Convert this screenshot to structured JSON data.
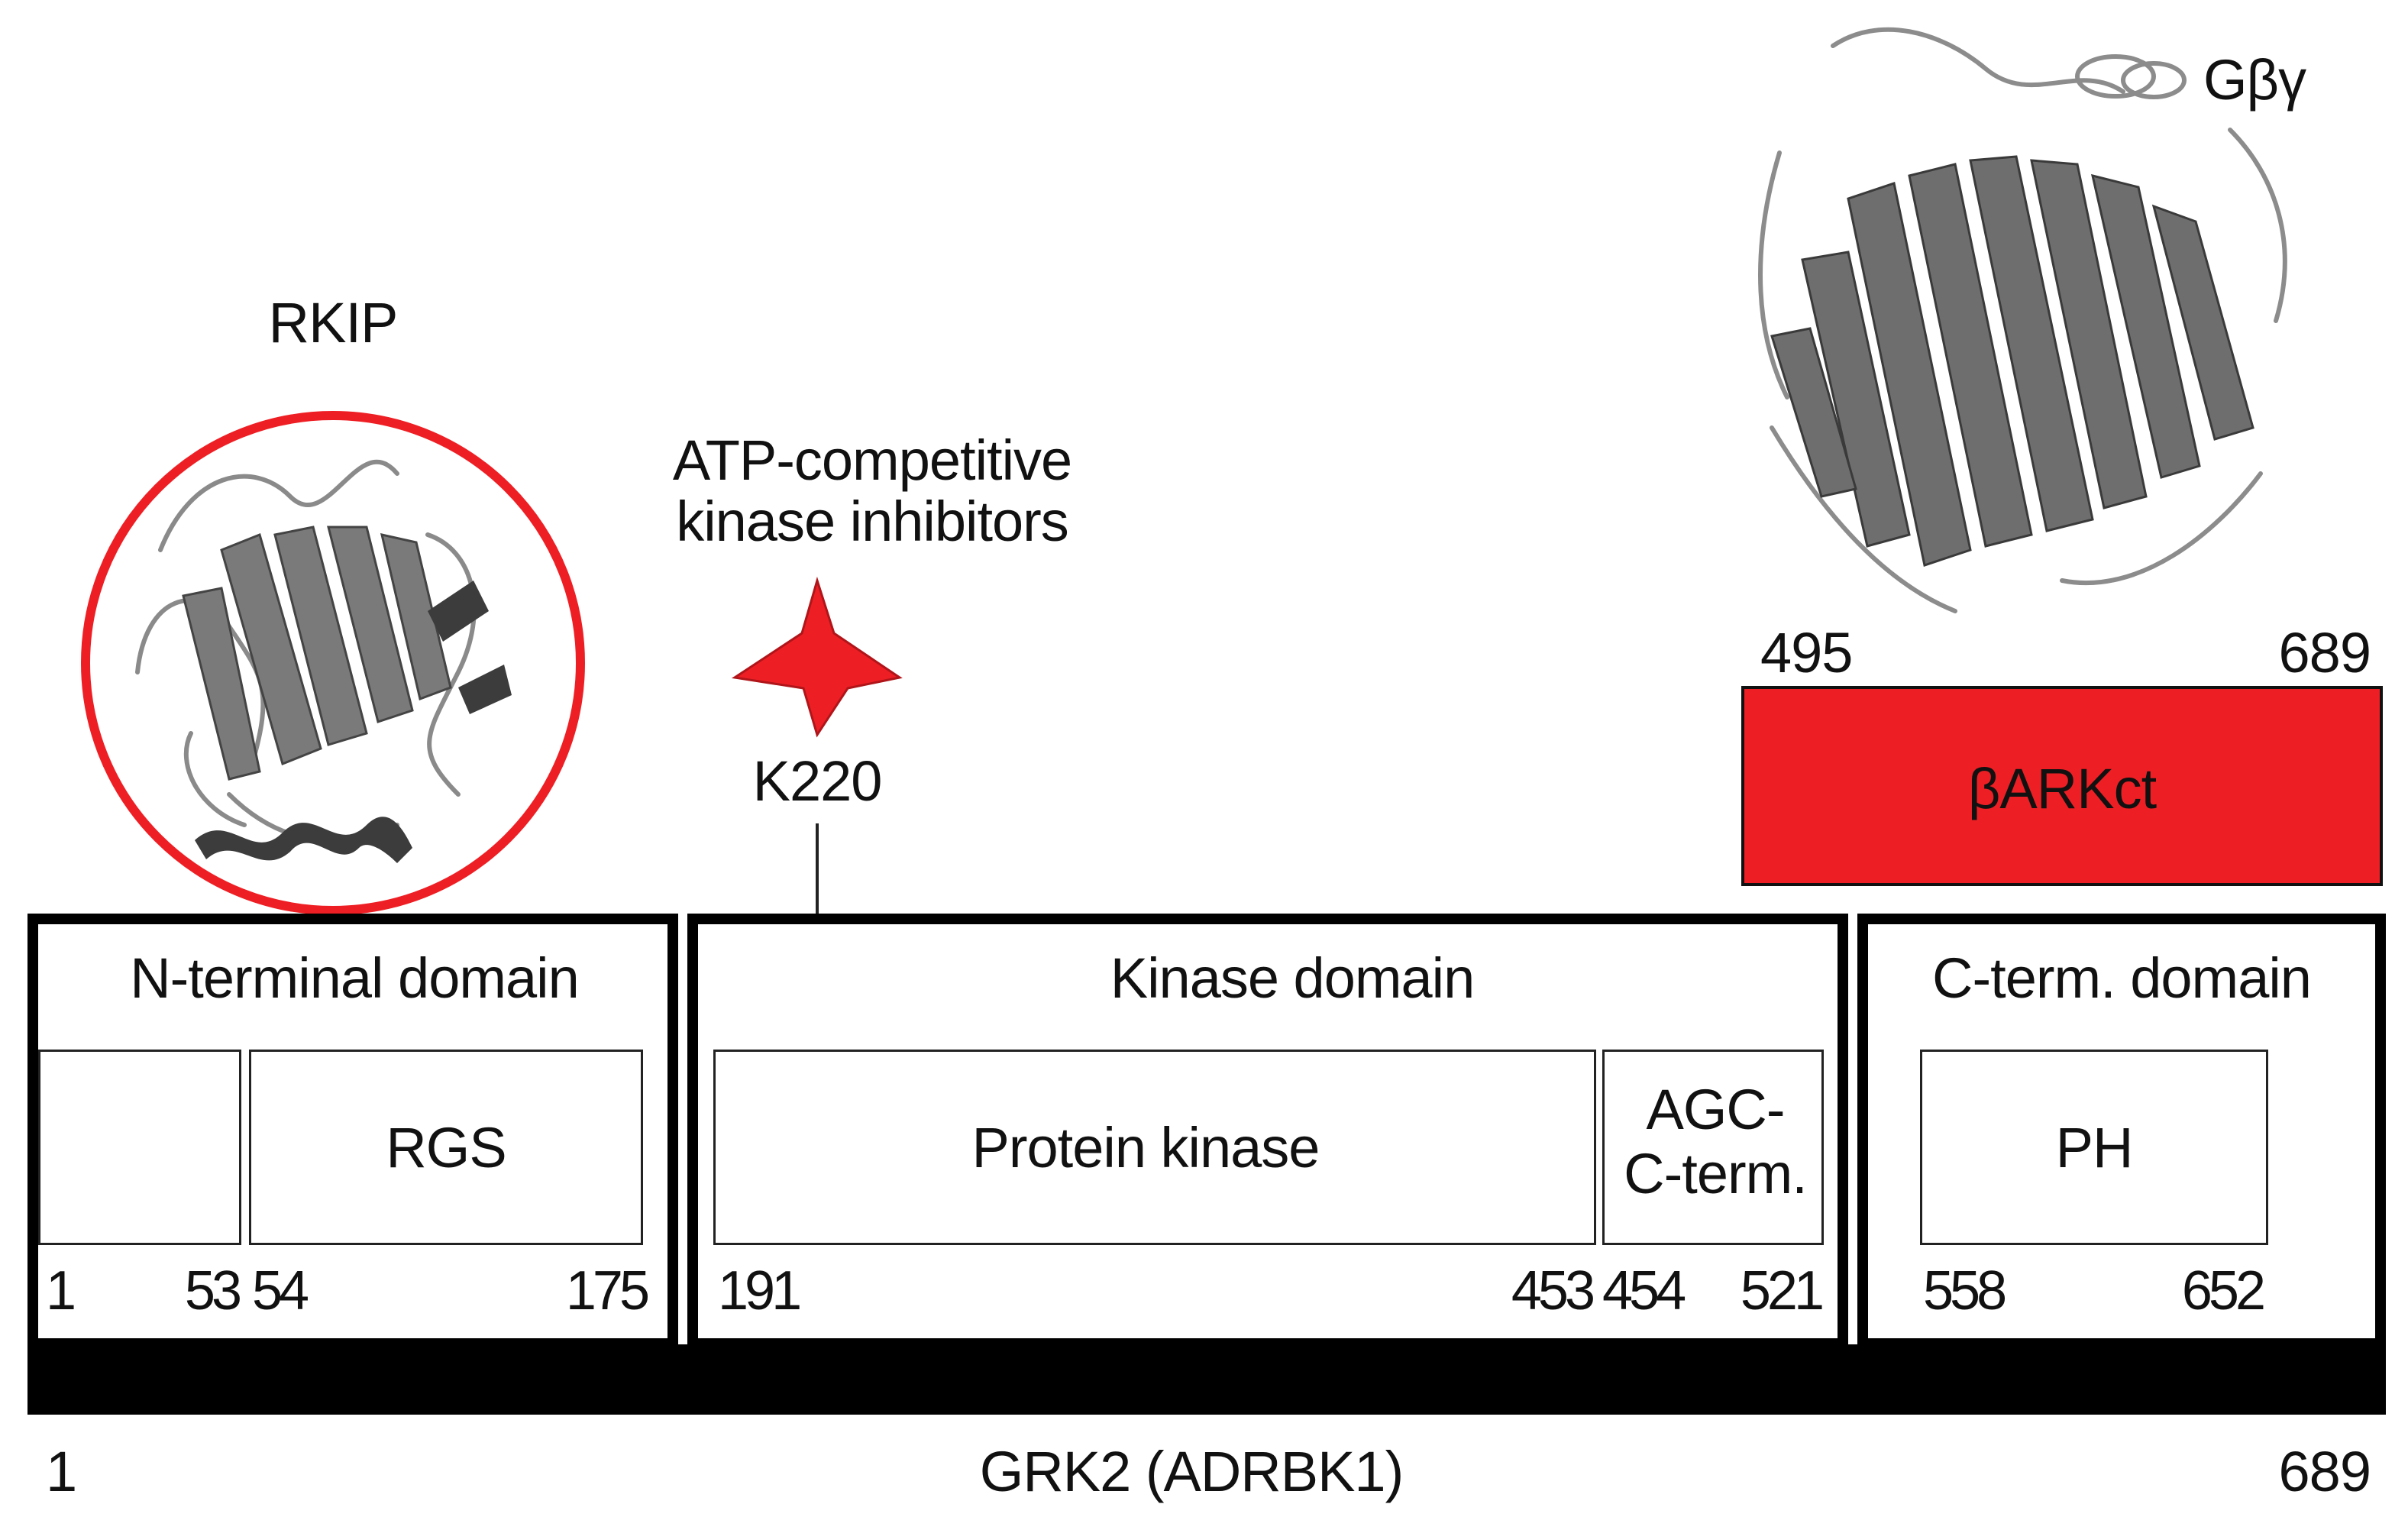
{
  "protein": {
    "name": "GRK2 (ADRBK1)",
    "start": "1",
    "end": "689"
  },
  "domains": {
    "n_terminal": {
      "label": "N-terminal domain"
    },
    "kinase": {
      "label": "Kinase domain"
    },
    "c_terminal": {
      "label": "C-term. domain"
    }
  },
  "subdomains": {
    "unlabeled": {
      "label": "",
      "start": "1",
      "end": "53"
    },
    "rgs": {
      "label": "RGS",
      "start": "54",
      "end": "175"
    },
    "protein_kinase": {
      "label": "Protein kinase",
      "start": "191",
      "end": "453"
    },
    "agc": {
      "label_line1": "AGC-",
      "label_line2": "C-term.",
      "start": "454",
      "end": "521"
    },
    "ph": {
      "label": "PH",
      "start": "558",
      "end": "652"
    }
  },
  "barkct": {
    "label": "βARKct",
    "start": "495",
    "end": "689",
    "color": "#ee1f24"
  },
  "site": {
    "label": "K220",
    "inhibitor_line1": "ATP-competitive",
    "inhibitor_line2": "kinase inhibitors",
    "star_color": "#ee1f24"
  },
  "structures": {
    "rkip": {
      "label": "RKIP",
      "ring_color": "#ee1f24"
    },
    "gbg": {
      "label": "Gβγ"
    }
  }
}
